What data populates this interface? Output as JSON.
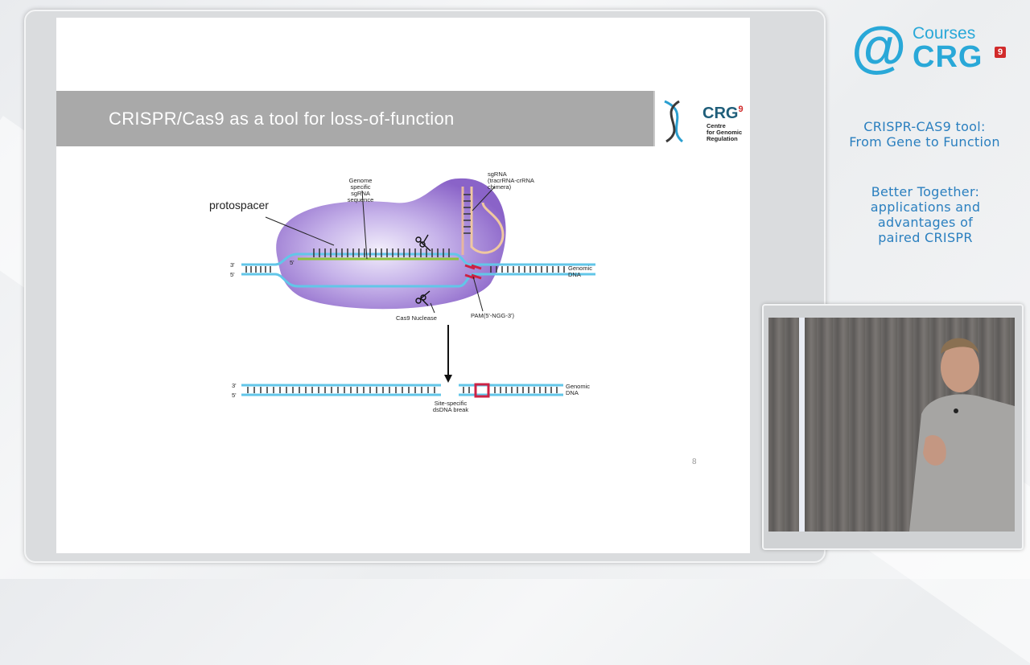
{
  "slide": {
    "title": "CRISPR/Cas9 as a tool for loss-of-function",
    "page_number": "8",
    "slide_logo": {
      "text": "CRG",
      "superscript": "9",
      "subtitle_lines": [
        "Centre",
        "for Genomic",
        "Regulation"
      ]
    }
  },
  "diagram": {
    "protospacer": "protospacer",
    "genome_specific": [
      "Genome",
      "specific",
      "sgRNA",
      "sequence"
    ],
    "sgrna": [
      "sgRNA",
      "(tracrRNA-crRNA",
      "chimera)"
    ],
    "genomic_dna": [
      "Genomic",
      "DNA"
    ],
    "cas9": "Cas9 Nuclease",
    "pam": "PAM(5'-NGG-3')",
    "three_prime": "3'",
    "five_prime": "5'",
    "break": [
      "Site-specific",
      "dsDNA break"
    ]
  },
  "brand": {
    "at": "@",
    "courses": "Courses",
    "crg": "CRG",
    "superscript": "9"
  },
  "course_title": [
    "CRISPR-CAS9 tool:",
    "From Gene to Function"
  ],
  "lecture_title": [
    "Better Together:",
    "applications and",
    "advantages of",
    "paired CRISPR"
  ],
  "colors": {
    "accent": "#2a7fbf",
    "brand": "#29a8d8",
    "cas9_purple": "#8a63c8",
    "dna_cyan": "#62c6e8",
    "pam_red": "#cc2244",
    "guide_green": "#8fc43a"
  }
}
